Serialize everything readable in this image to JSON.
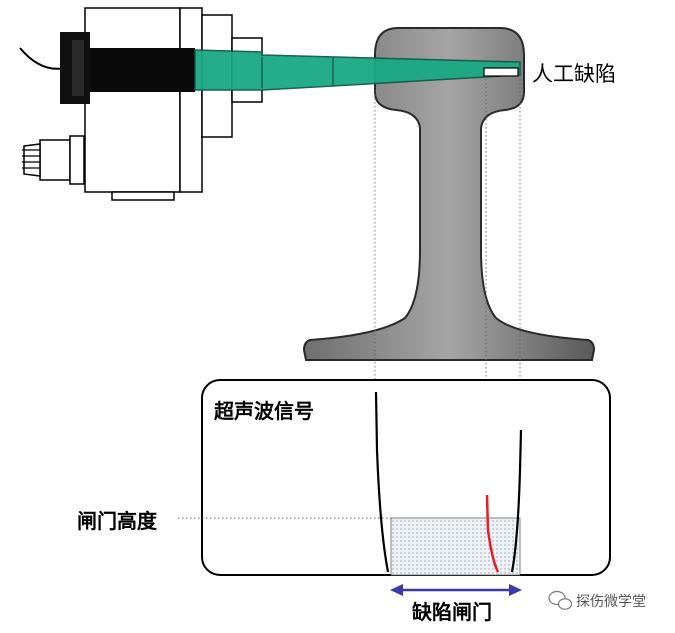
{
  "labels": {
    "defect": "人工缺陷",
    "signal": "超声波信号",
    "gate_height": "闸门高度",
    "defect_gate": "缺陷闸门"
  },
  "watermark": {
    "text": "探伤微学堂",
    "icon": "wechat-icon"
  },
  "colors": {
    "beam": "#1aa882",
    "rail": "#8a8a8a",
    "rail_dark": "#3a3a3a",
    "echo": "#000000",
    "defect_echo": "#e0202a",
    "gate_arrow": "#3a3aa8",
    "gate_fill": "#cfd6e0"
  }
}
